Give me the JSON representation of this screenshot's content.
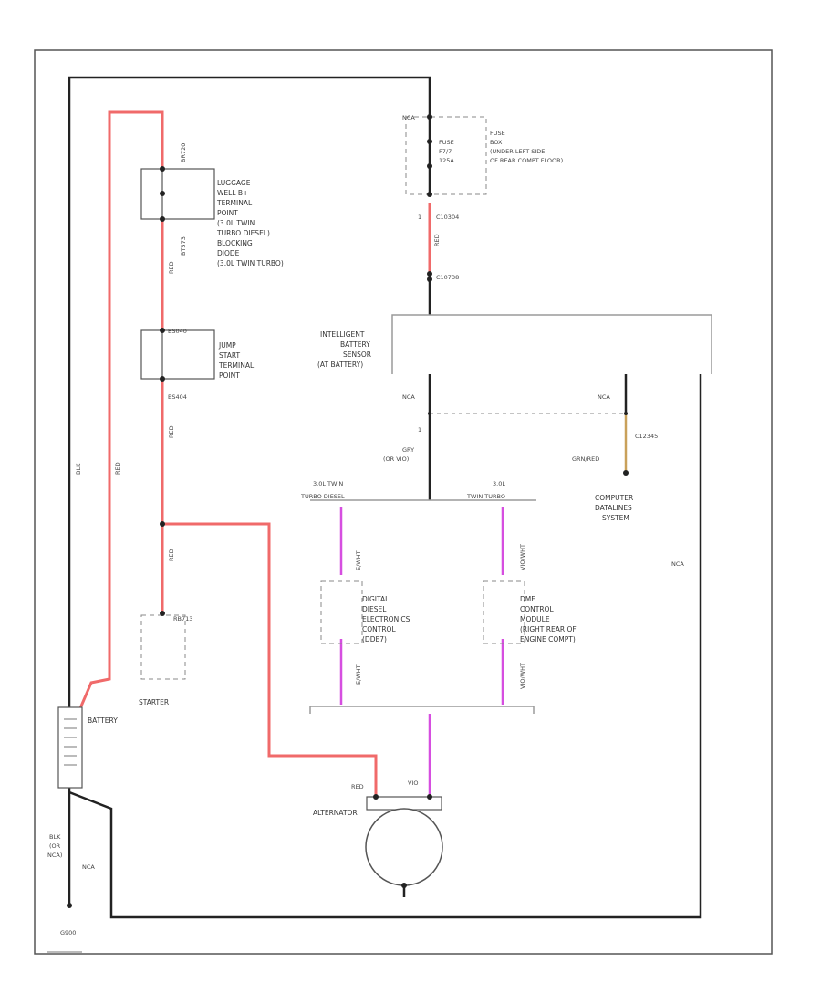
{
  "colors": {
    "black": "#222222",
    "red": "#f06a6a",
    "pink": "#d64ee0",
    "tan": "#c9a15a",
    "frame": "#555555",
    "dash": "#8a8a8a"
  },
  "labels": {
    "fuse_nca": "NCA",
    "fuse_box": [
      "FUSE",
      "BOX",
      "(UNDER LEFT SIDE",
      "OF REAR COMPT FLOOR)"
    ],
    "fuse_id": [
      "FUSE",
      "F7/7",
      "125A"
    ],
    "luggage_conn": "BR720",
    "luggage_point": [
      "LUGGAGE",
      "WELL B+",
      "TERMINAL",
      "POINT",
      "(3.0L TWIN",
      "TURBO DIESEL)",
      "BLOCKING",
      "DIODE",
      "(3.0L TWIN TURBO)"
    ],
    "luggage_wire": "RED",
    "luggage_conn2": "BT573",
    "jump_conn": "BS040",
    "jump_point": [
      "JUMP",
      "START",
      "TERMINAL",
      "POINT"
    ],
    "jump_conn2": "BS404",
    "jump_wire": "RED",
    "battery_wire": "RED",
    "battery_wire_left": "BLK",
    "starter_wire": "RED",
    "starter_conn": "RB713",
    "starter": "STARTER",
    "battery": "BATTERY",
    "fuse_conn_top": "C10304",
    "fuse_wire": "RED",
    "fuse_conn_bot": "C10738",
    "ibs": [
      "INTELLIGENT",
      "BATTERY",
      "SENSOR",
      "(AT BATTERY)"
    ],
    "ibs_nca": "NCA",
    "ibs_pin": "1",
    "ibs_wire": [
      "GRY",
      "(OR VIO)"
    ],
    "cds_nca": "NCA",
    "cds_conn": "C12345",
    "cds_wire": "GRN/RED",
    "cds": [
      "COMPUTER",
      "DATALINES",
      "SYSTEM"
    ],
    "right_nca": "NCA",
    "branch_left": [
      "3.0L TWIN",
      "TURBO DIESEL"
    ],
    "branch_right": [
      "3.0L",
      "TWIN TURBO"
    ],
    "dde_wire_top": "E/WHT",
    "dde": [
      "DIGITAL",
      "DIESEL",
      "ELECTRONICS",
      "CONTROL",
      "(DDE7)"
    ],
    "dde_wire_bot": "E/WHT",
    "dme_wire_top": "VIO/WHT",
    "dme": [
      "DME",
      "CONTROL",
      "MODULE",
      "(RIGHT REAR OF",
      "ENGINE COMPT)"
    ],
    "dme_wire_bot": "VIO/WHT",
    "alt_red": "RED",
    "alt_vio": "VIO",
    "alternator": "ALTERNATOR",
    "bat_ground": [
      "BLK",
      "(OR",
      "NCA)"
    ],
    "bot_nca": "NCA",
    "ground": "G900"
  }
}
